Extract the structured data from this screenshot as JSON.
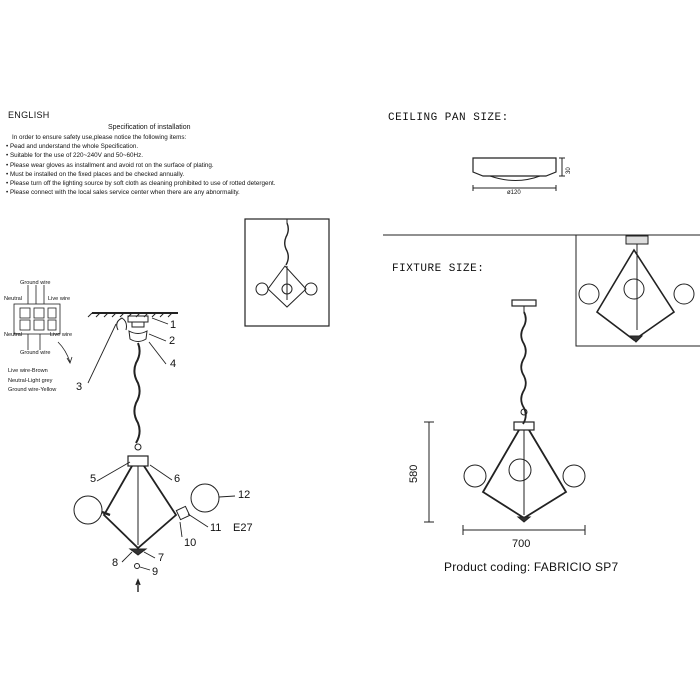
{
  "language_label": "ENGLISH",
  "spec": {
    "title": "Specification of installation",
    "items": [
      "In order to ensure safety use,please notice the following items:",
      "• Pead and understand the whole Specification.",
      "• Suitable for the use of 220~240V and 50~60Hz.",
      "• Please wear gloves as installment and avoid rot on the surface of plating.",
      "• Must be installed on the fixed places and be checked annually.",
      "• Please turn off the lighting source by soft cloth as cleaning prohibited to use of rotted detergent.",
      "• Please connect with the local sales service center when there are any abnormality."
    ]
  },
  "wiring": {
    "ground_wire_top": "Ground wire",
    "neutral": "Neutral",
    "live_wire": "Live wire",
    "neutral_left": "Neutral",
    "live_wire_right": "Live wire",
    "ground_wire_bottom": "Ground wire",
    "legend": [
      "Live wire-Brown",
      "Neutral-Light grey",
      "Ground wire-Yellow"
    ]
  },
  "callouts": {
    "c1": "1",
    "c2": "2",
    "c3": "3",
    "c4": "4",
    "c5": "5",
    "c6": "6",
    "c7": "7",
    "c8": "8",
    "c9": "9",
    "c10": "10",
    "c11": "11",
    "c12": "12",
    "socket": "E27"
  },
  "ceiling_pan": {
    "title": "CEILING PAN SIZE:",
    "diameter": "ø120",
    "height": "30"
  },
  "fixture": {
    "title": "FIXTURE SIZE:",
    "height": "580",
    "width": "700"
  },
  "product_coding": "Product coding: FABRICIO SP7"
}
